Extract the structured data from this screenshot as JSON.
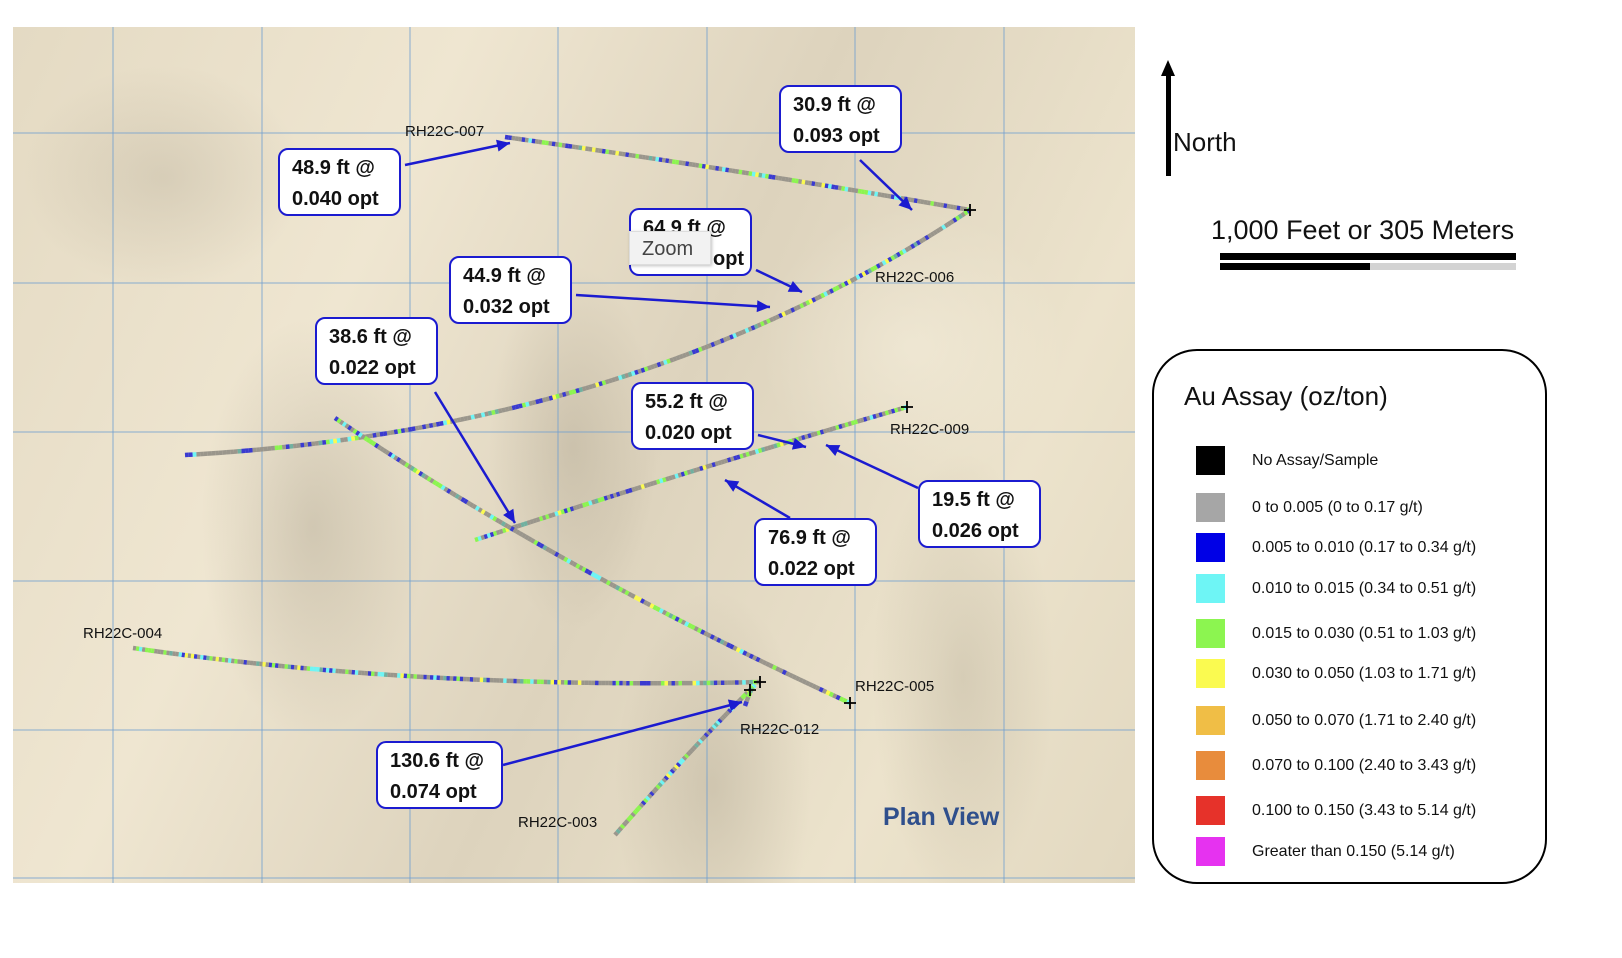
{
  "map": {
    "title": "Plan View",
    "drill_holes": [
      "RH22C-007",
      "RH22C-006",
      "RH22C-009",
      "RH22C-004",
      "RH22C-005",
      "RH22C-012",
      "RH22C-003"
    ],
    "callouts": [
      {
        "line1": "48.9 ft @",
        "line2": "0.040 opt"
      },
      {
        "line1": "30.9 ft @",
        "line2": "0.093 opt"
      },
      {
        "line1": "64.9 ft @",
        "line2": "opt"
      },
      {
        "line1": "44.9 ft @",
        "line2": "0.032 opt"
      },
      {
        "line1": "38.6 ft @",
        "line2": "0.022 opt"
      },
      {
        "line1": "55.2 ft @",
        "line2": "0.020 opt"
      },
      {
        "line1": "19.5 ft @",
        "line2": "0.026 opt"
      },
      {
        "line1": "76.9 ft @",
        "line2": "0.022 opt"
      },
      {
        "line1": "130.6 ft @",
        "line2": "0.074 opt"
      }
    ],
    "tooltip": "Zoom",
    "grid_color": "#6f9fd0",
    "arrow_color": "#1b1bd0"
  },
  "north_label": "North",
  "scale_label": "1,000 Feet or 305 Meters",
  "legend": {
    "title": "Au Assay (oz/ton)",
    "items": [
      {
        "label": "No Assay/Sample",
        "color": "#000000"
      },
      {
        "label": "0 to 0.005  (0 to 0.17 g/t)",
        "color": "#a6a6a6"
      },
      {
        "label": "0.005  to 0.010  (0.17 to 0.34 g/t)",
        "color": "#0000e6"
      },
      {
        "label": "0.010  to 0.015  (0.34 to 0.51 g/t)",
        "color": "#6ef5f5"
      },
      {
        "label": "0.015  to 0.030  (0.51 to 1.03 g/t)",
        "color": "#8cf550"
      },
      {
        "label": "0.030  to 0.050  (1.03 to 1.71 g/t)",
        "color": "#fafa50"
      },
      {
        "label": "0.050  to 0.070  (1.71 to 2.40 g/t)",
        "color": "#f0be46"
      },
      {
        "label": "0.070  to 0.100  (2.40 to 3.43 g/t)",
        "color": "#e88c3c"
      },
      {
        "label": "0.100  to 0.150  (3.43 to 5.14 g/t)",
        "color": "#e6322a"
      },
      {
        "label": "Greater than 0.150  (5.14 g/t)",
        "color": "#e632f0"
      }
    ]
  }
}
